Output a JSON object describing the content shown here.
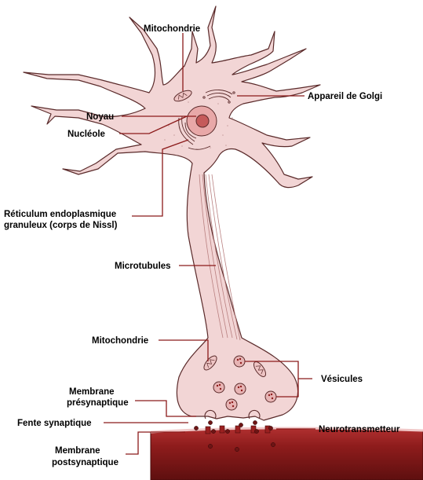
{
  "labels": {
    "mitochondrie_top": "Mitochondrie",
    "appareil_golgi": "Appareil de Golgi",
    "noyau": "Noyau",
    "nucleole": "Nucléole",
    "reticulum_line1": "Réticulum  endoplasmique",
    "reticulum_line2": "granuleux (corps de Nissl)",
    "microtubules": "Microtubules",
    "mitochondrie_bottom": "Mitochondrie",
    "vesicules": "Vésicules",
    "membrane_pre_line1": "Membrane",
    "membrane_pre_line2": "présynaptique",
    "fente": "Fente synaptique",
    "neurotransmetteur": "Neurotransmetteur",
    "membrane_post_line1": "Membrane",
    "membrane_post_line2": "postsynaptique"
  },
  "colors": {
    "cell_fill": "#f2d5d5",
    "outline": "#5a2a2a",
    "leader_line": "#8b1a1a",
    "postsynaptic": "#8e1c1c",
    "nucleus": "#d98080",
    "nucleolus": "#c55a5a"
  }
}
